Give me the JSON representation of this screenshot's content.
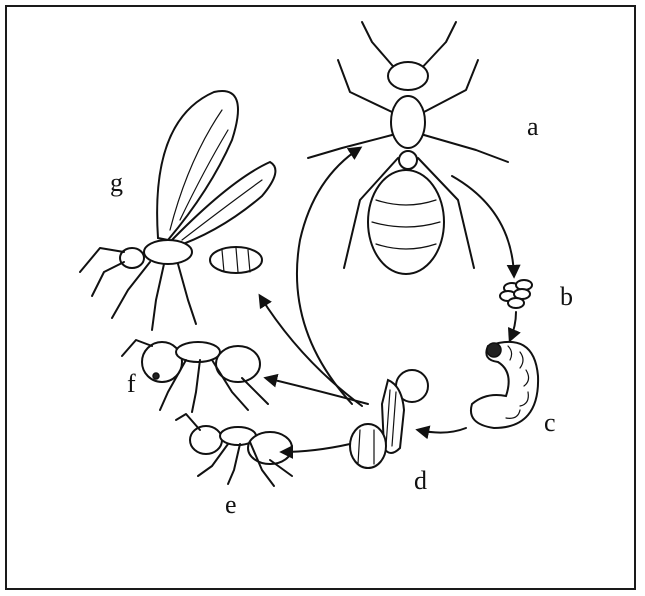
{
  "diagram": {
    "labels": {
      "a": "a",
      "b": "b",
      "c": "c",
      "d": "d",
      "e": "e",
      "f": "f",
      "g": "g"
    },
    "colors": {
      "ink": "#111111",
      "background": "#ffffff"
    }
  }
}
